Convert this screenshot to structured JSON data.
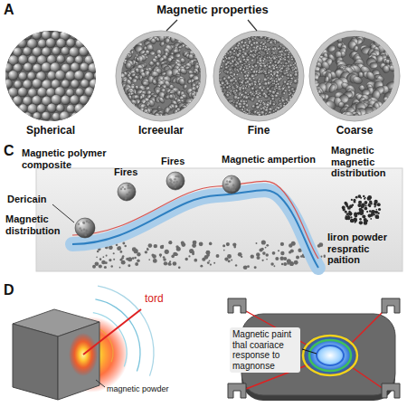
{
  "diagram": {
    "labels": [
      "A",
      "Magnetic properties",
      "Spherical",
      "Icreeular",
      "Fine",
      "Coarse",
      "C",
      "Magnetic polymer composite",
      "Fires",
      "Fires",
      "Magnetic ampertion",
      "Magnetic magnetic distribution",
      "Dericain",
      "Magnetic distribution",
      "Iiron powder respratic paition",
      "D",
      "tord",
      "magnetic powder",
      "Magnetic paint thal coariace response to magnonse"
    ]
  }
}
